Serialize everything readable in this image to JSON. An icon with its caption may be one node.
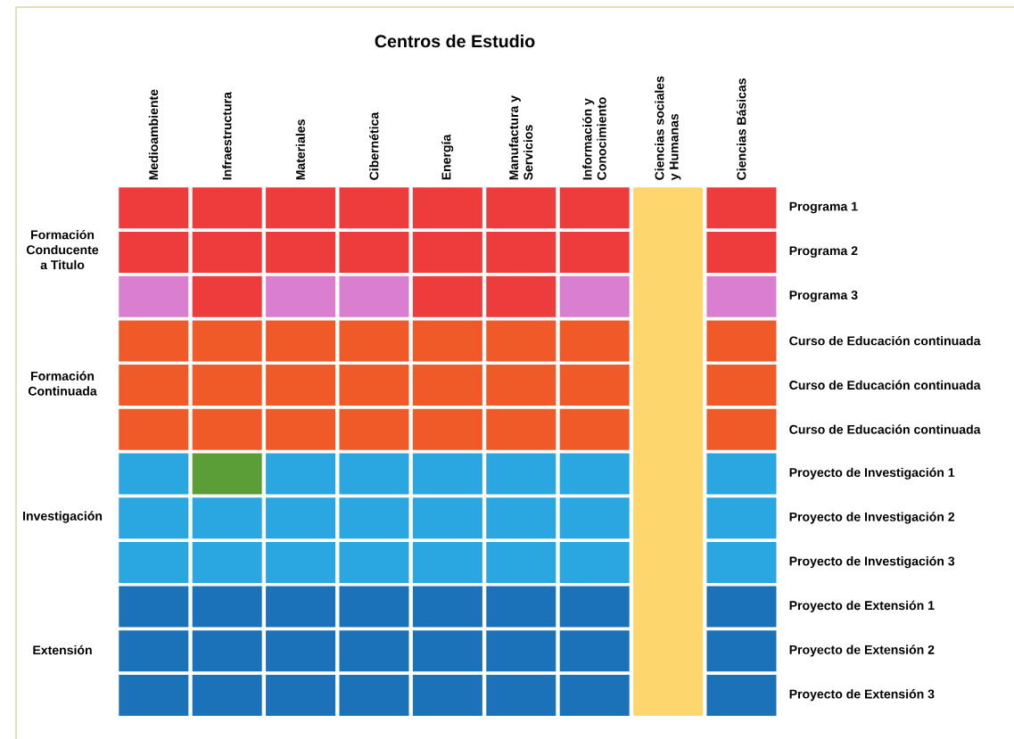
{
  "diagram": {
    "title": "Centros de Estudio",
    "nodes": [
      {
        "text": [],
        "shape": "box"
      },
      {
        "text": [],
        "shape": "box"
      },
      {
        "text": [],
        "shape": "box"
      },
      {
        "text": [],
        "shape": "box"
      },
      {
        "text": [],
        "shape": "box"
      },
      {
        "text": [],
        "shape": "box"
      },
      {
        "text": [],
        "shape": "box"
      },
      {
        "text": [],
        "shape": "box"
      },
      {
        "text": [],
        "shape": "box"
      },
      {
        "text": [],
        "shape": "box"
      },
      {
        "text": [],
        "shape": "box"
      },
      {
        "text": [],
        "shape": "box"
      },
      {
        "text": [],
        "shape": "box"
      },
      {
        "text": [],
        "shape": "box"
      },
      {
        "text": [],
        "shape": "box"
      },
      {
        "text": [],
        "shape": "box"
      },
      {
        "text": [],
        "shape": "box"
      },
      {
        "text": [],
        "shape": "box"
      },
      {
        "text": [],
        "shape": "box"
      },
      {
        "text": [],
        "shape": "box"
      },
      {
        "text": [],
        "shape": "box"
      },
      {
        "text": [],
        "shape": "box"
      },
      {
        "text": [],
        "shape": "box"
      },
      {
        "text": [],
        "shape": "box"
      },
      {
        "text": [],
        "shape": "box"
      },
      {
        "text": [],
        "shape": "box"
      },
      {
        "text": [],
        "shape": "box"
      },
      {
        "text": [],
        "shape": "box"
      },
      {
        "text": [],
        "shape": "box"
      },
      {
        "text": [],
        "shape": "box"
      },
      {
        "text": [],
        "shape": "box"
      },
      {
        "text": [],
        "shape": "box"
      },
      {
        "text": [],
        "shape": "box"
      },
      {
        "text": [],
        "shape": "box"
      },
      {
        "text": [],
        "shape": "box"
      },
      {
        "text": [],
        "shape": "box"
      },
      {
        "text": [],
        "shape": "box"
      },
      {
        "text": [],
        "shape": "box"
      },
      {
        "text": [],
        "shape": "box"
      },
      {
        "text": [],
        "shape": "box"
      },
      {
        "text": [],
        "shape": "box"
      },
      {
        "text": [],
        "shape": "box"
      },
      {
        "text": [],
        "shape": "box"
      },
      {
        "text": [],
        "shape": "box"
      },
      {
        "text": [],
        "shape": "box"
      },
      {
        "text": [],
        "shape": "box"
      },
      {
        "text": [],
        "shape": "box"
      },
      {
        "text": [],
        "shape": "box"
      },
      {
        "text": [],
        "shape": "box"
      },
      {
        "text": [],
        "shape": "box"
      },
      {
        "text": [],
        "shape": "box"
      },
      {
        "text": [],
        "shape": "box"
      },
      {
        "text": [],
        "shape": "box"
      },
      {
        "text": [],
        "shape": "box"
      },
      {
        "text": [],
        "shape": "box"
      },
      {
        "text": [],
        "shape": "box"
      },
      {
        "text": [],
        "shape": "box"
      },
      {
        "text": [],
        "shape": "box"
      },
      {
        "text": [],
        "shape": "box"
      },
      {
        "text": [],
        "shape": "box"
      },
      {
        "text": [],
        "shape": "box"
      },
      {
        "text": [],
        "shape": "box"
      },
      {
        "text": [],
        "shape": "box"
      },
      {
        "text": [],
        "shape": "box"
      },
      {
        "text": [],
        "shape": "box"
      },
      {
        "text": [],
        "shape": "box"
      },
      {
        "text": [],
        "shape": "box"
      },
      {
        "text": [],
        "shape": "box"
      },
      {
        "text": [],
        "shape": "box"
      },
      {
        "text": [],
        "shape": "box"
      },
      {
        "text": [],
        "shape": "box"
      },
      {
        "text": [],
        "shape": "box"
      },
      {
        "text": [],
        "shape": "box"
      },
      {
        "text": [],
        "shape": "box"
      },
      {
        "text": [],
        "shape": "box"
      },
      {
        "text": [],
        "shape": "box"
      },
      {
        "text": [],
        "shape": "box"
      },
      {
        "text": [],
        "shape": "box"
      },
      {
        "text": [],
        "shape": "box"
      },
      {
        "text": [],
        "shape": "box"
      },
      {
        "text": [],
        "shape": "box"
      },
      {
        "text": [],
        "shape": "box"
      },
      {
        "text": [],
        "shape": "box"
      },
      {
        "text": [],
        "shape": "box"
      },
      {
        "text": [],
        "shape": "box"
      },
      {
        "text": [],
        "shape": "box"
      },
      {
        "text": [],
        "shape": "box"
      },
      {
        "text": [],
        "shape": "box"
      },
      {
        "text": [],
        "shape": "box"
      },
      {
        "text": [],
        "shape": "box"
      },
      {
        "text": [],
        "shape": "box"
      },
      {
        "text": [],
        "shape": "box"
      },
      {
        "text": [],
        "shape": "box"
      },
      {
        "text": [],
        "shape": "box"
      },
      {
        "text": [],
        "shape": "box"
      },
      {
        "text": [],
        "shape": "box"
      },
      {
        "text": [],
        "shape": "bar"
      }
    ],
    "labels": [
      "Medioambiente",
      "Infraestructura",
      "Materiales",
      "Cibernética",
      "Energía",
      "Manufactura y Servicios",
      "Información y Conocimiento",
      "Ciencias sociales y Humanas",
      "Ciencias Básicas",
      "Formación Conducente a Titulo",
      "Formación Continuada",
      "Investigación",
      "Extensión",
      "Programa 1",
      "Programa 2",
      "Programa 3",
      "Curso de Educación continuada",
      "Curso de Educación continuada",
      "Curso de Educación continuada",
      "Proyecto de Investigación 1",
      "Proyecto de Investigación 2",
      "Proyecto de Investigación 3",
      "Proyecto de Extensión 1",
      "Proyecto de Extensión 2",
      "Proyecto de Extensión 3"
    ]
  }
}
